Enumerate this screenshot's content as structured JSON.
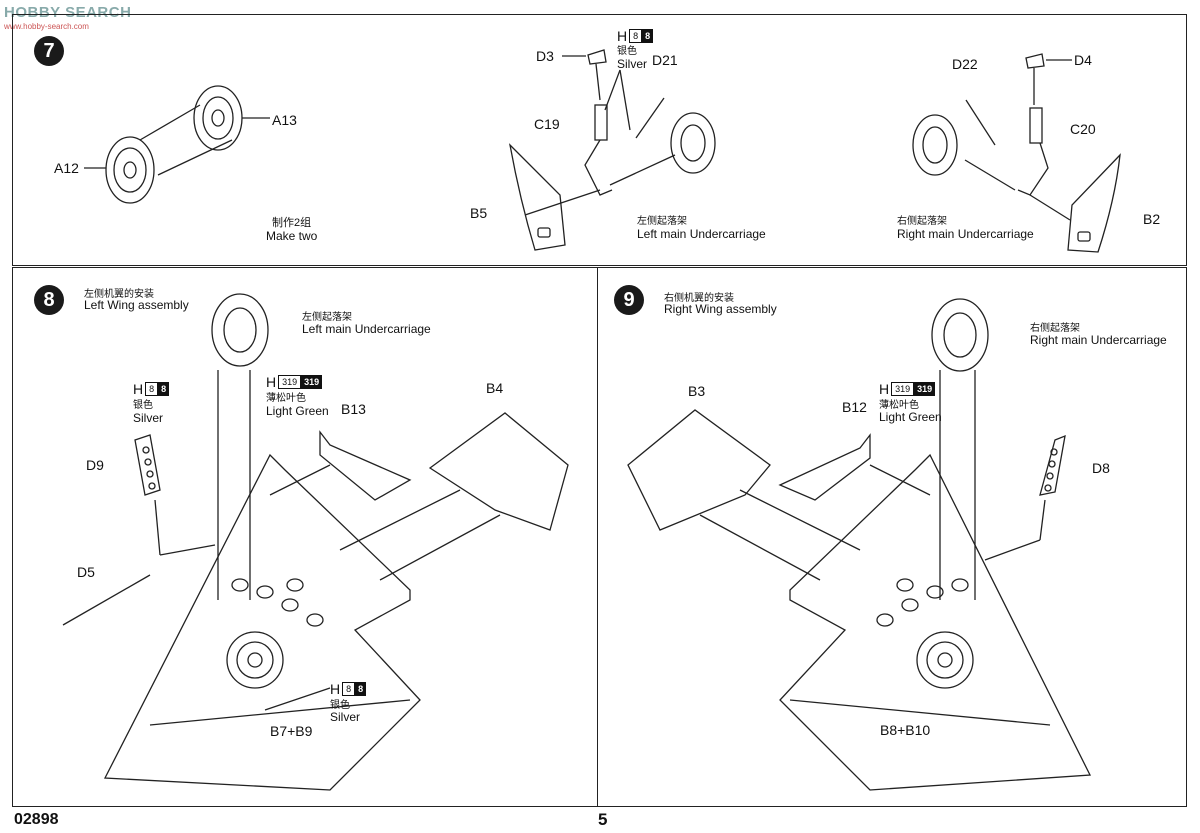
{
  "watermark": {
    "text": "HOBBY SEARCH",
    "url": "www.hobby-search.com"
  },
  "steps": {
    "s7": {
      "number": "7",
      "parts": {
        "a12": "A12",
        "a13": "A13",
        "d3": "D3",
        "d21": "D21",
        "c19": "C19",
        "b5": "B5",
        "d22": "D22",
        "d4": "D4",
        "c20": "C20",
        "b2": "B2"
      },
      "make_two_cn": "制作2组",
      "make_two_en": "Make two",
      "left_cn": "左侧起落架",
      "left_en": "Left main Undercarriage",
      "right_cn": "右侧起落架",
      "right_en": "Right main Undercarriage",
      "paint": {
        "letter": "H",
        "code1": "8",
        "code2": "8",
        "cn": "银色",
        "en": "Silver"
      }
    },
    "s8": {
      "number": "8",
      "title_cn": "左侧机翼的安装",
      "title_en": "Left Wing assembly",
      "uc_cn": "左侧起落架",
      "uc_en": "Left main Undercarriage",
      "paint_silver": {
        "letter": "H",
        "code1": "8",
        "code2": "8",
        "cn": "银色",
        "en": "Silver"
      },
      "paint_green": {
        "letter": "H",
        "code1": "319",
        "code2": "319",
        "cn": "薄松叶色",
        "en": "Light Green"
      },
      "paint_silver2": {
        "letter": "H",
        "code1": "8",
        "code2": "8",
        "cn": "银色",
        "en": "Silver"
      },
      "parts": {
        "b4": "B4",
        "b13": "B13",
        "d9": "D9",
        "d5": "D5",
        "b7b9": "B7+B9"
      }
    },
    "s9": {
      "number": "9",
      "title_cn": "右侧机翼的安装",
      "title_en": "Right Wing assembly",
      "uc_cn": "右侧起落架",
      "uc_en": "Right main Undercarriage",
      "paint_green": {
        "letter": "H",
        "code1": "319",
        "code2": "319",
        "cn": "薄松叶色",
        "en": "Light Green"
      },
      "parts": {
        "b3": "B3",
        "b12": "B12",
        "d8": "D8",
        "b8b10": "B8+B10"
      }
    }
  },
  "footer": {
    "code": "02898",
    "page": "5"
  }
}
